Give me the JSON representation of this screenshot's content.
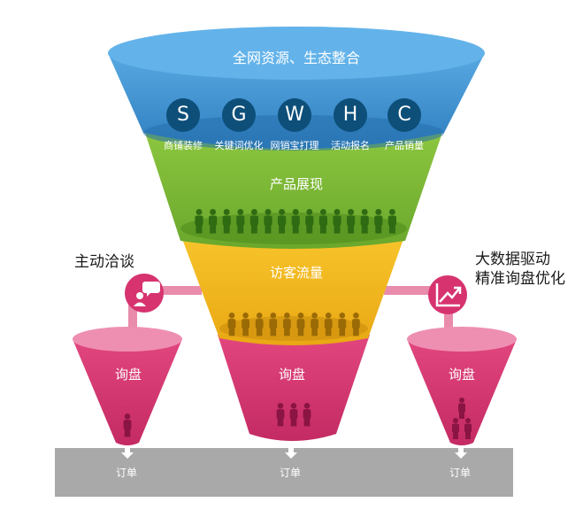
{
  "funnel": {
    "top_title": "全网资源、生态整合",
    "services": [
      {
        "letter": "S",
        "label": "商铺装修"
      },
      {
        "letter": "G",
        "label": "关键词优化"
      },
      {
        "letter": "W",
        "label": "网销宝打理"
      },
      {
        "letter": "H",
        "label": "活动报名"
      },
      {
        "letter": "C",
        "label": "产品销量"
      }
    ],
    "stage_green": "产品展现",
    "stage_yellow": "访客流量",
    "stage_center": "询盘"
  },
  "left": {
    "label": "主动洽谈",
    "cup": "询盘"
  },
  "right": {
    "label_line1": "大数据驱动",
    "label_line2": "精准询盘优化",
    "cup": "询盘"
  },
  "orders": {
    "left": "订单",
    "center": "订单",
    "right": "订单"
  },
  "colors": {
    "blue": "#3e8fd0",
    "green": "#7db83a",
    "yellow": "#f0b81c",
    "pink": "#d6336f",
    "circle": "#0d4f79",
    "base": "#a8a8a8"
  },
  "icons": [
    "chat-icon",
    "growth-chart-icon",
    "person-icon",
    "down-arrow-icon"
  ]
}
